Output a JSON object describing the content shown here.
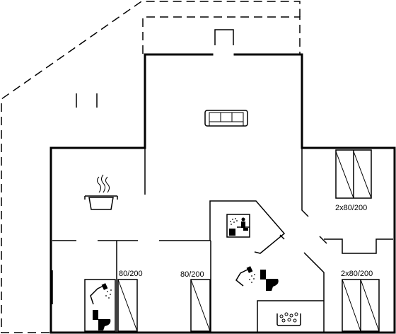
{
  "labels": {
    "bed_top_right": "2x80/200",
    "bed_left": "80/200",
    "bed_middle": "80/200",
    "bed_bottom_right": "2x80/200"
  },
  "icons": {
    "sofa": "sofa-icon",
    "cooking_pot": "cooking-pot-icon",
    "sauna": "sauna-icon",
    "shower_top": "shower-icon",
    "toilet_top": "toilet-icon",
    "shower_bottom": "shower-icon",
    "toilet_bottom": "toilet-icon",
    "whirlpool": "whirlpool-icon"
  },
  "colors": {
    "line": "#000000",
    "background": "#ffffff"
  }
}
